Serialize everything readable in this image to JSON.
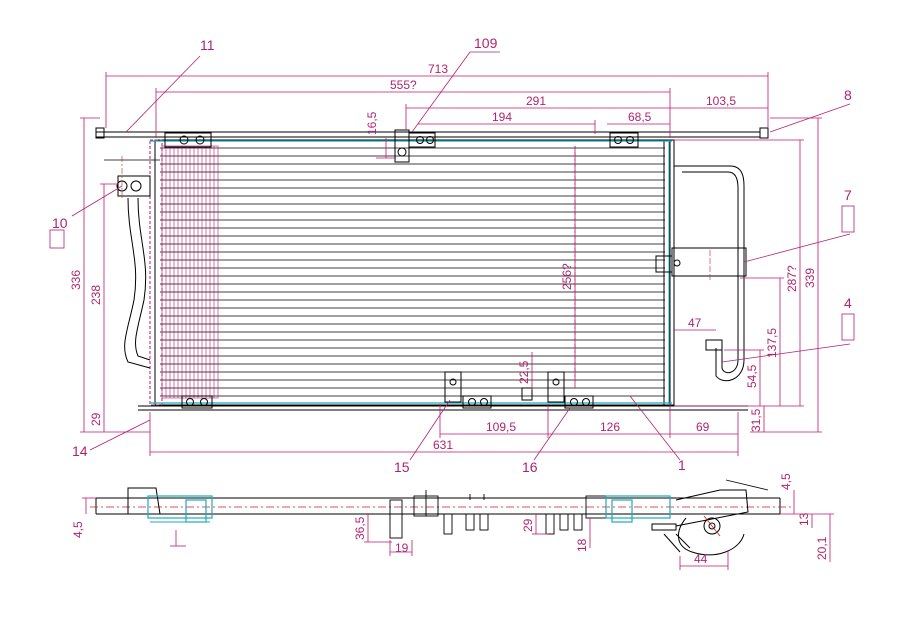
{
  "dimensions": {
    "overall_length": "713",
    "core_length": "555?",
    "d291": "291",
    "d103_5": "103,5",
    "d194": "194",
    "d68_5": "68,5",
    "d16_5": "16,5",
    "d336": "336",
    "d238": "238",
    "d29_left": "29",
    "d256": "256?",
    "d287": "287?",
    "d339": "339",
    "d47": "47",
    "d137_5": "137,5",
    "d54_5": "54,5",
    "d31_5": "31,5",
    "d22_5": "22,5",
    "d631": "631",
    "d109_5": "109,5",
    "d126": "126",
    "d69": "69",
    "side_4_5_left": "4,5",
    "side_4_5_right": "4,5",
    "side_36_5": "36,5",
    "side_19": "19",
    "side_29": "29",
    "side_18": "18",
    "side_13": "13",
    "side_20_1": "20,1",
    "side_44": "44"
  },
  "balloons": {
    "b11": "11",
    "b109": "109",
    "b8": "8",
    "b7": "7",
    "b4": "4",
    "b10": "10",
    "b14": "14",
    "b15": "15",
    "b16": "16",
    "b1": "1"
  },
  "colors": {
    "dimension": "#b0246f",
    "outline": "#000000",
    "hidden": "#1fa9b8",
    "centerline": "#d21f1f"
  }
}
